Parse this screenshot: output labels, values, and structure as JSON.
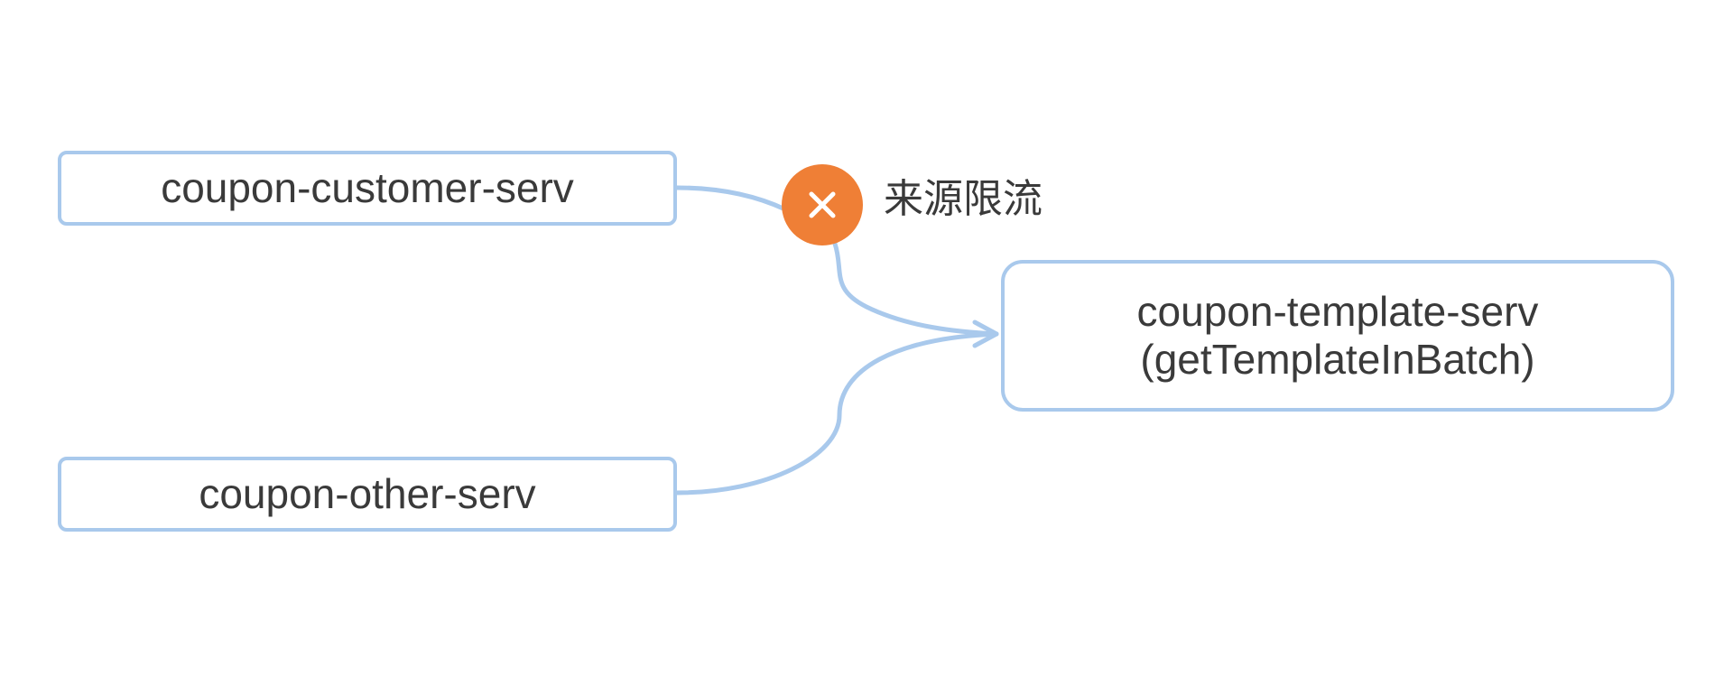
{
  "diagram": {
    "nodes": {
      "customer": {
        "label": "coupon-customer-serv"
      },
      "other": {
        "label": "coupon-other-serv"
      },
      "template": {
        "line1": "coupon-template-serv",
        "line2": "(getTemplateInBatch)"
      }
    },
    "edges": [
      {
        "from": "customer",
        "to": "template",
        "blocked": true
      },
      {
        "from": "other",
        "to": "template",
        "blocked": false
      }
    ],
    "block": {
      "label": "来源限流",
      "icon": "close-icon"
    }
  },
  "colors": {
    "connector": "#a9c9ec",
    "node_border": "#a9c9ec",
    "block_badge": "#ef7f36",
    "text": "#3a3a3a"
  }
}
